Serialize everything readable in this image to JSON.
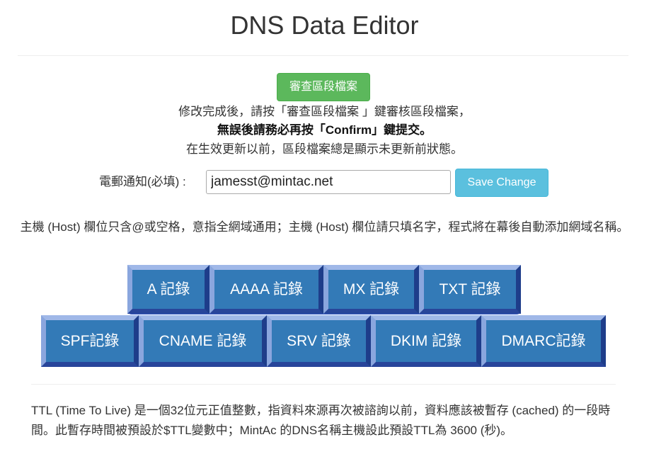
{
  "page": {
    "title": "DNS Data Editor"
  },
  "review": {
    "button_label": "審查區段檔案",
    "line1": "修改完成後，請按「審查區段檔案 」鍵審核區段檔案，",
    "line2": "無誤後請務必再按「Confirm」鍵提交。",
    "line3": "在生效更新以前，區段檔案總是顯示未更新前狀態。"
  },
  "email": {
    "label": "電郵通知(必填) :",
    "value": "jamesst@mintac.net",
    "save_label": "Save Change"
  },
  "host_note": "主機 (Host) 欄位只含@或空格，意指全網域通用；主機 (Host) 欄位請只填名字，程式將在幕後自動添加網域名稱。",
  "records": {
    "row1": [
      "A 記錄",
      "AAAA 記錄",
      "MX 記錄",
      "TXT 記錄"
    ],
    "row2": [
      "SPF記錄",
      "CNAME 記錄",
      "SRV 記錄",
      "DKIM 記錄",
      "DMARC記錄"
    ]
  },
  "ttl_note": "TTL (Time To Live) 是一個32位元正值整數，指資料來源再次被諮詢以前，資料應該被暫存 (cached) 的一段時間。此暫存時間被預設於$TTL變數中；MintAc 的DNS名稱主機設此預設TTL為 3600 (秒)。",
  "colors": {
    "success": "#5cb85c",
    "info": "#5bc0de",
    "record_button": "#337ab7",
    "record_bevel_dark": "#1e3d8a",
    "record_bevel_light": "#a0b8e8"
  }
}
